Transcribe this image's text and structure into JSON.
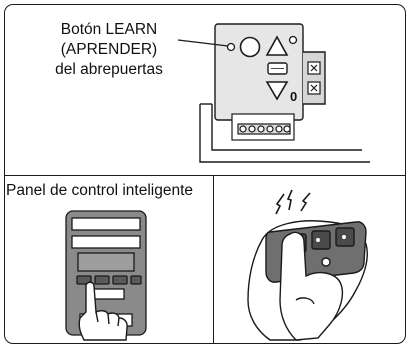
{
  "top_section": {
    "learn_button_label": {
      "line1": "Botón LEARN",
      "line2": "(APRENDER)",
      "line3": "del abrepuertas"
    },
    "motor_unit_indicator": "0"
  },
  "bottom_left": {
    "label": "Panel de control inteligente"
  }
}
